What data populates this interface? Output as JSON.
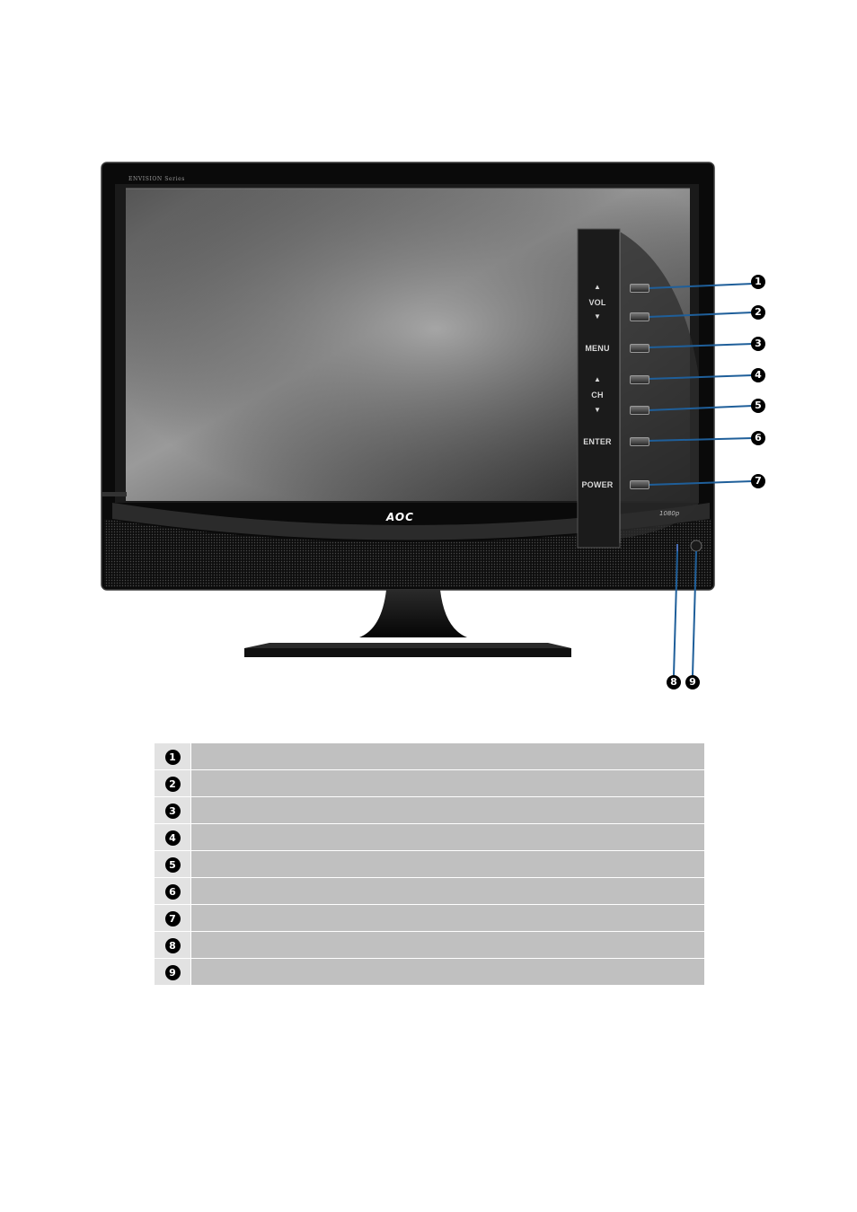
{
  "monitor": {
    "brand": "AOC",
    "series": "ENVISION Series",
    "badge": "1080p",
    "buttons": [
      {
        "label": "VOL",
        "arrow_up": "▲",
        "arrow_down": "▼"
      },
      {
        "label": "MENU"
      },
      {
        "label": "CH",
        "arrow_up": "▲",
        "arrow_down": "▼"
      },
      {
        "label": "ENTER"
      },
      {
        "label": "POWER"
      }
    ]
  },
  "callouts": [
    "1",
    "2",
    "3",
    "4",
    "5",
    "6",
    "7",
    "8",
    "9"
  ],
  "legend": {
    "rows": [
      {
        "num": "1",
        "description": ""
      },
      {
        "num": "2",
        "description": ""
      },
      {
        "num": "3",
        "description": ""
      },
      {
        "num": "4",
        "description": ""
      },
      {
        "num": "5",
        "description": ""
      },
      {
        "num": "6",
        "description": ""
      },
      {
        "num": "7",
        "description": ""
      },
      {
        "num": "8",
        "description": ""
      },
      {
        "num": "9",
        "description": ""
      }
    ]
  }
}
